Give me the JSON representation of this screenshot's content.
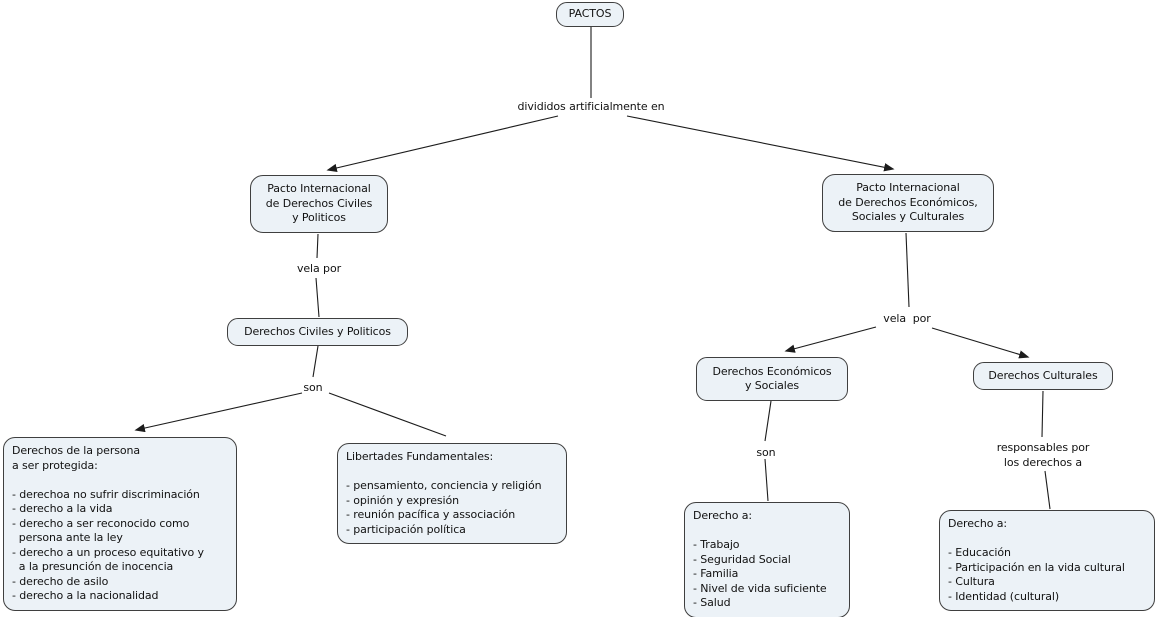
{
  "colors": {
    "background": "#ffffff",
    "node_fill": "#ecf2f7",
    "node_border": "#3f3f3f",
    "connector": "#1c1c1c",
    "text": "#111111"
  },
  "nodes": {
    "pactos": {
      "label": "PACTOS"
    },
    "pacto_civiles_politicos": {
      "lines": [
        "Pacto Internacional",
        "de Derechos Civiles",
        "y Politicos"
      ]
    },
    "pacto_economicos_sociales_culturales": {
      "lines": [
        "Pacto Internacional",
        "de Derechos Económicos,",
        "Sociales y Culturales"
      ]
    },
    "derechos_civiles_politicos": {
      "label": "Derechos Civiles y Politicos"
    },
    "derechos_economicos_sociales": {
      "lines": [
        "Derechos Económicos",
        "y Sociales"
      ]
    },
    "derechos_culturales": {
      "label": "Derechos Culturales"
    },
    "derechos_persona_protegida": {
      "lines": [
        "Derechos de la persona",
        "a ser protegida:",
        "",
        "- derechoa no sufrir discriminación",
        "- derecho a la vida",
        "- derecho a ser reconocido como",
        "  persona ante la ley",
        "- derecho a un proceso equitativo y",
        "  a la presunción de inocencia",
        "- derecho de asilo",
        "- derecho a la nacionalidad"
      ]
    },
    "libertades_fundamentales": {
      "lines": [
        "Libertades Fundamentales:",
        "",
        "- pensamiento, conciencia y religión",
        "- opinión y expresión",
        "- reunión pacífica y associación",
        "- participación política"
      ]
    },
    "derecho_a_economico_social": {
      "lines": [
        "Derecho a:",
        "",
        "- Trabajo",
        "- Seguridad Social",
        "- Familia",
        "- Nivel de vida suficiente",
        "- Salud"
      ]
    },
    "derecho_a_cultural": {
      "lines": [
        "Derecho a:",
        "",
        "- Educación",
        "- Participación en la vida cultural",
        "- Cultura",
        "- Identidad (cultural)"
      ]
    }
  },
  "linking_phrases": {
    "divididos": {
      "label": "divididos artificialmente en"
    },
    "vela_por_izquierda": {
      "label": "vela por"
    },
    "vela_por_derecha": {
      "label": "vela  por"
    },
    "son_izquierda": {
      "label": "son"
    },
    "son_derecha": {
      "label": "son"
    },
    "responsables": {
      "lines": [
        "responsables por",
        "los derechos a"
      ]
    }
  }
}
